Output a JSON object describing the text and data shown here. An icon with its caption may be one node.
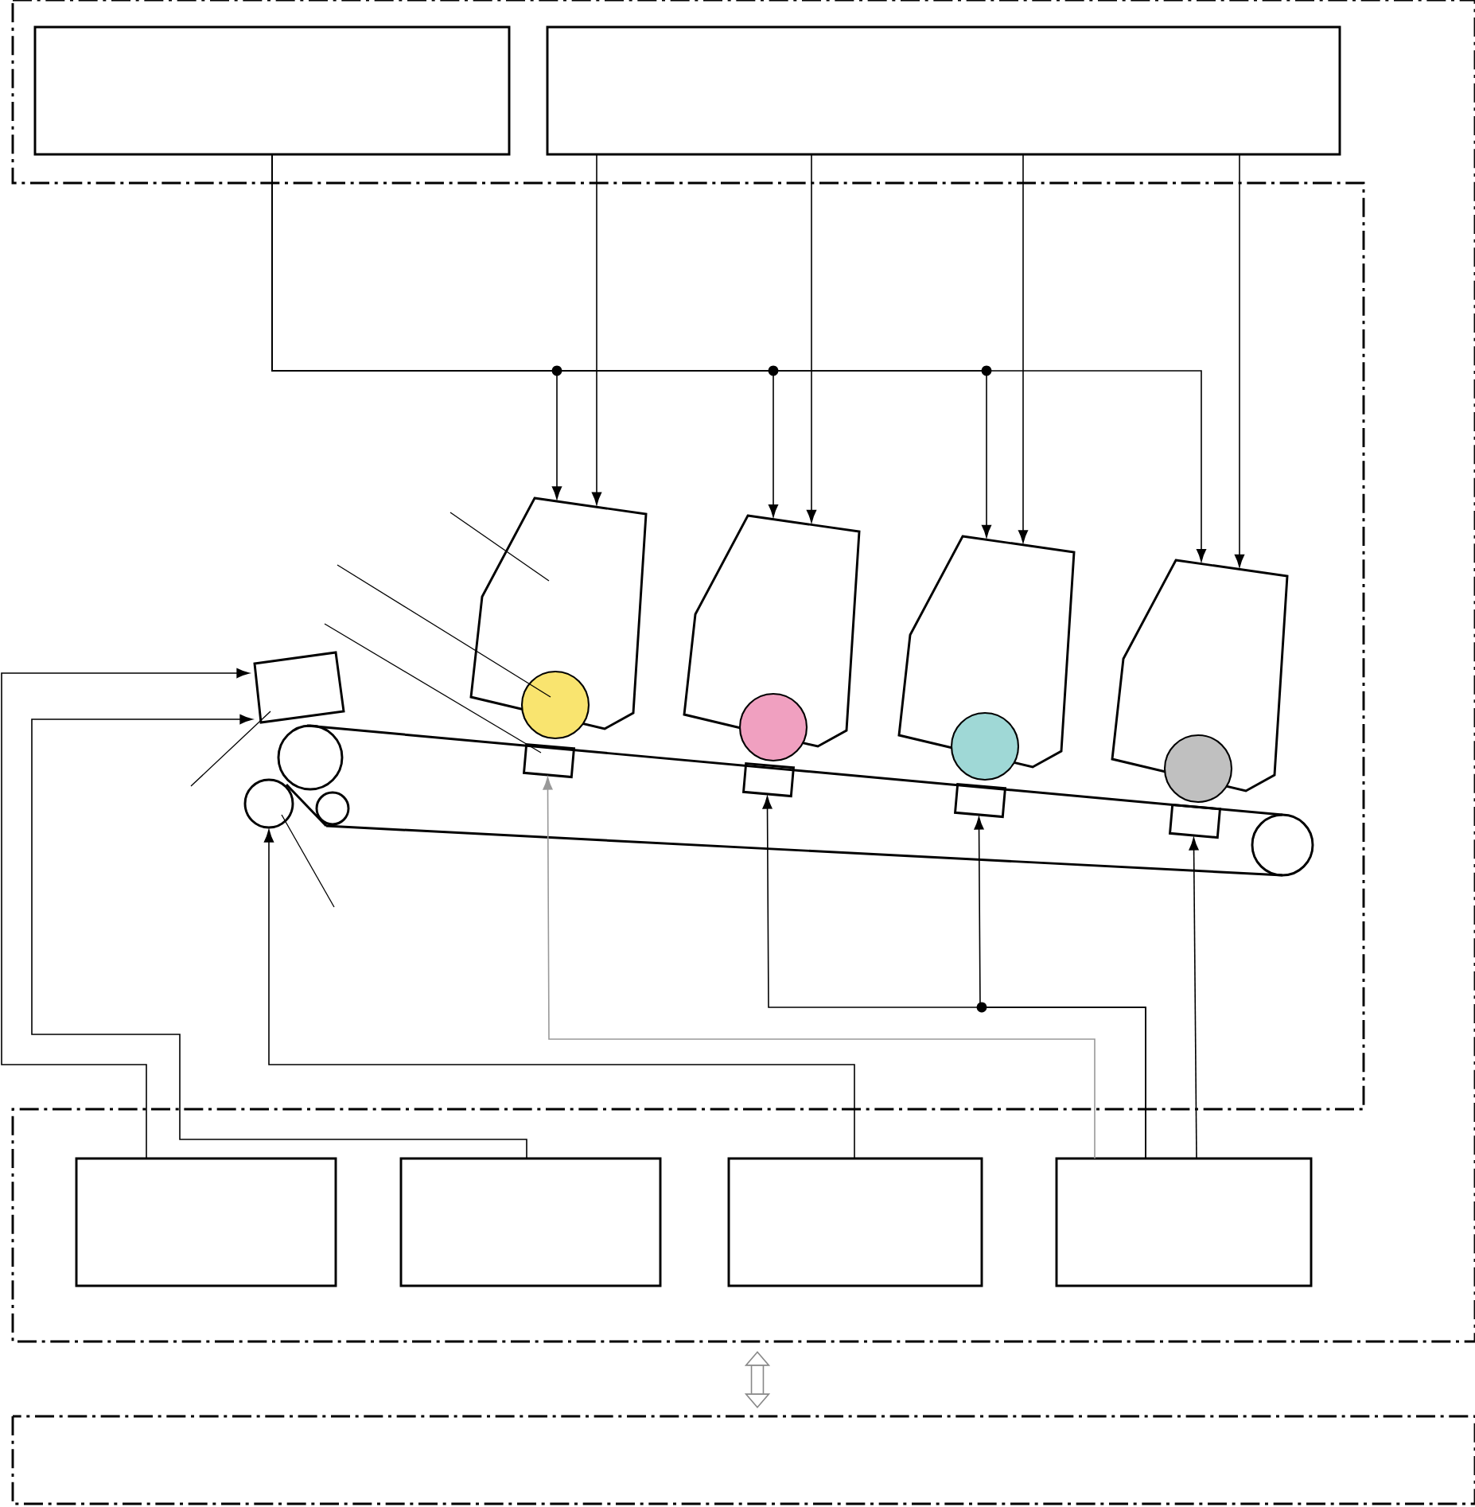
{
  "diagram": {
    "nodes": [
      {
        "text": [],
        "shape": "box"
      },
      {
        "text": [],
        "shape": "box",
        "in": 0
      },
      {
        "text": [],
        "shape": "box",
        "in": 0
      },
      {
        "text": [],
        "shape": "box"
      },
      {
        "text": [],
        "shape": "box"
      },
      {
        "text": [],
        "shape": "box"
      },
      {
        "text": [],
        "shape": "box"
      },
      {
        "text": [],
        "shape": "box"
      },
      {
        "text": [],
        "shape": "box"
      },
      {
        "text": [],
        "shape": "box"
      },
      {
        "text": [],
        "shape": "box"
      },
      {
        "text": [],
        "shape": "box"
      },
      {
        "text": [],
        "shape": "circle"
      },
      {
        "text": [],
        "shape": "box",
        "in": 0
      },
      {
        "text": [],
        "shape": "box",
        "in": 0
      },
      {
        "text": [],
        "shape": "box",
        "in": 0
      },
      {
        "text": [],
        "shape": "box",
        "in": 0
      },
      {
        "text": [],
        "shape": "box"
      },
      {
        "text": [],
        "shape": "circle"
      },
      {
        "text": [],
        "shape": "circle"
      },
      {
        "text": [],
        "shape": "circle"
      },
      {
        "text": [],
        "shape": "circle"
      }
    ],
    "edges": [
      {
        "from": 1,
        "to": 3,
        "arrow": "to"
      },
      {
        "from": 2,
        "to": 3,
        "arrow": "to"
      },
      {
        "from": 1,
        "to": 4,
        "arrow": "to"
      },
      {
        "from": 2,
        "to": 4,
        "arrow": "to"
      },
      {
        "from": 1,
        "to": 5,
        "arrow": "to"
      },
      {
        "from": 2,
        "to": 5,
        "arrow": "to"
      },
      {
        "from": 1,
        "to": 6,
        "arrow": "to"
      },
      {
        "from": 2,
        "to": 6,
        "arrow": "to"
      },
      {
        "from": 13,
        "to": 11,
        "arrow": "to"
      },
      {
        "from": 14,
        "to": 11,
        "arrow": "to"
      },
      {
        "from": 15,
        "to": 12,
        "arrow": "to"
      },
      {
        "from": 16,
        "to": 7,
        "arrow": "to",
        "color": "#999999"
      },
      {
        "from": 16,
        "to": 8,
        "arrow": "to"
      },
      {
        "from": 16,
        "to": 9,
        "arrow": "to"
      },
      {
        "from": 16,
        "to": 10,
        "arrow": "to"
      },
      {
        "from": 0,
        "to": 17,
        "arrow": "both",
        "style": "thick",
        "color": "#888888"
      },
      {
        "from": null,
        "to": 3,
        "arrow": "none"
      },
      {
        "from": null,
        "to": 18,
        "arrow": "none"
      },
      {
        "from": null,
        "to": 7,
        "arrow": "none"
      },
      {
        "from": null,
        "to": 11,
        "arrow": "none"
      },
      {
        "from": null,
        "to": 12,
        "arrow": "none"
      }
    ]
  }
}
